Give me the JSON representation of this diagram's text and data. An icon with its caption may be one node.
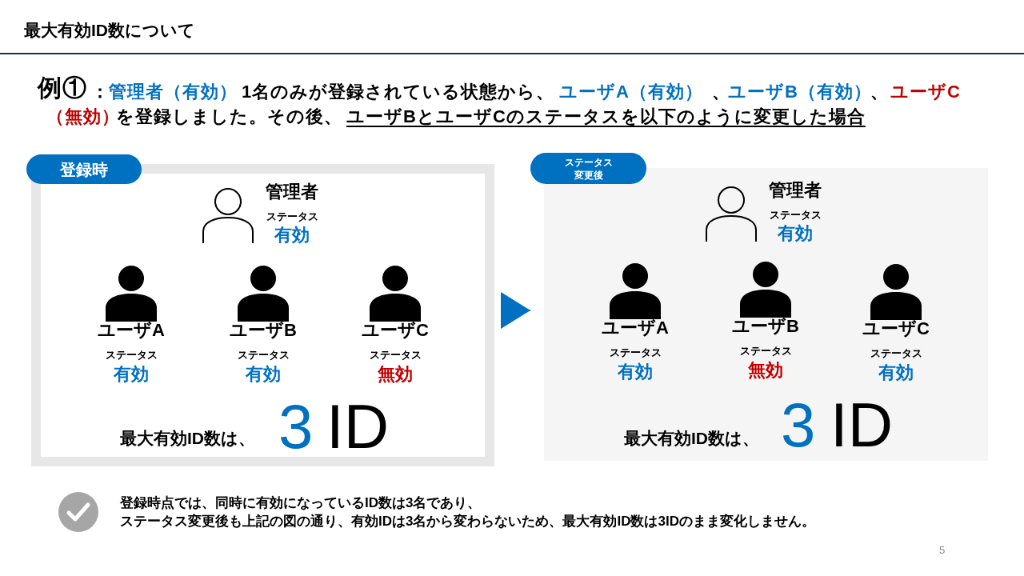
{
  "diagram": {
    "title": "最大有効ID数について",
    "nodes": [
      {
        "text": [
          "登録時",
          "最大有効ID数は、",
          "3",
          "ID"
        ]
      },
      {
        "text": [
          "管理者",
          "ステータス",
          "有効"
        ],
        "in": 0
      },
      {
        "text": [
          "ユーザA",
          "ステータス",
          "有効"
        ],
        "in": 0
      },
      {
        "text": [
          "ユーザB",
          "ステータス",
          "有効"
        ],
        "in": 0
      },
      {
        "text": [
          "ユーザC",
          "ステータス",
          "無効"
        ],
        "in": 0
      },
      {
        "text": [
          "ステータス変更後",
          "最大有効ID数は、",
          "3",
          "ID"
        ]
      },
      {
        "text": [
          "管理者",
          "ステータス",
          "有効"
        ],
        "in": 5
      },
      {
        "text": [
          "ユーザA",
          "ステータス",
          "有効"
        ],
        "in": 5
      },
      {
        "text": [
          "ユーザB",
          "ステータス",
          "無効"
        ],
        "in": 5
      },
      {
        "text": [
          "ユーザC",
          "ステータス",
          "有効"
        ],
        "in": 5
      }
    ],
    "edges": [
      {
        "from": 0,
        "to": 5,
        "arrow": "to"
      }
    ],
    "labels": [
      "例①",
      "：",
      "管理者（有効）",
      "1名のみが登録されている状態から、",
      "ユーザA（有効）",
      "、",
      "ユーザB（有効）",
      "、",
      "ユーザC",
      "（無効）",
      "を登録しました。その後、",
      "ユーザBとユーザCのステータスを以下のように変更した場合",
      "登録時点では、同時に有効になっているID数は3名であり、",
      "ステータス変更後も上記の図の通り、有効IDは3名から変わらないため、最大有効ID数は3IDのまま変化しません。",
      "5"
    ]
  }
}
